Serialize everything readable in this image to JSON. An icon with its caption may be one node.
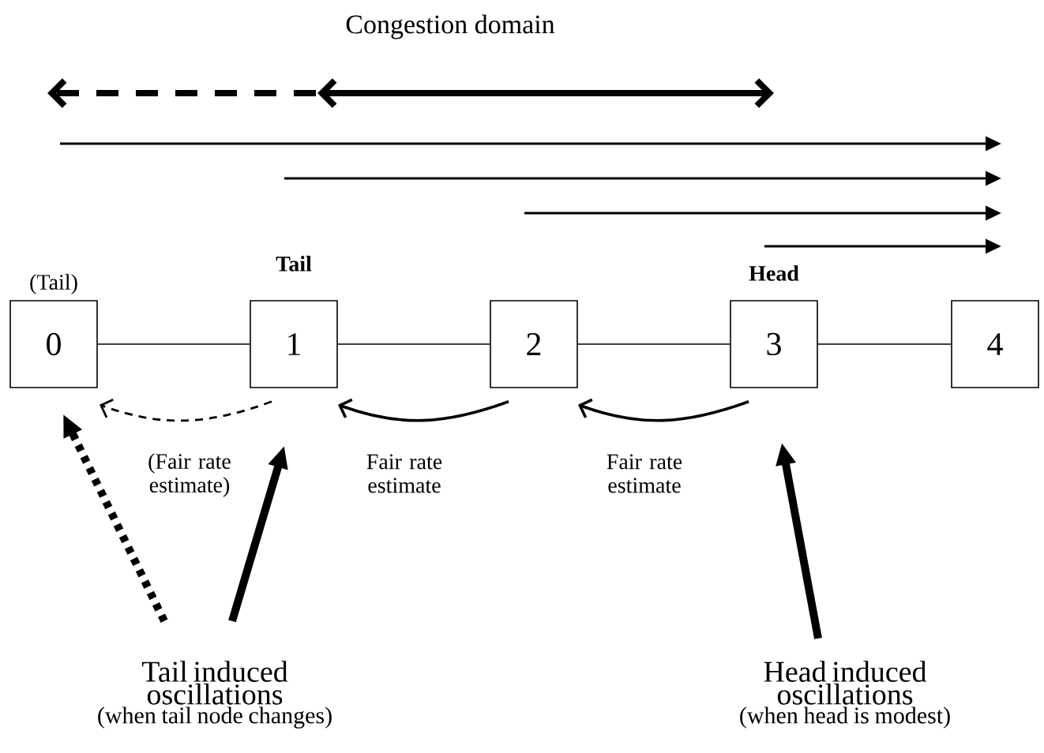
{
  "diagram": {
    "title": "Congestion domain",
    "nodes": [
      {
        "text": [
          "0"
        ],
        "beside": [
          "(Tail)"
        ]
      },
      {
        "text": [
          "1"
        ],
        "beside": [
          "Tail"
        ]
      },
      {
        "text": [
          "2"
        ]
      },
      {
        "text": [
          "3"
        ],
        "beside": [
          "Head"
        ]
      },
      {
        "text": [
          "4"
        ]
      },
      {
        "text": [
          "Tail induced oscillations",
          "(when tail node changes)"
        ]
      },
      {
        "text": [
          "Head induced oscillations",
          "(when head is modest)"
        ]
      }
    ],
    "edges": [
      {
        "from": 0,
        "to": 1,
        "arrow": "none"
      },
      {
        "from": 1,
        "to": 2,
        "arrow": "none"
      },
      {
        "from": 2,
        "to": 3,
        "arrow": "none"
      },
      {
        "from": 3,
        "to": 4,
        "arrow": "none"
      },
      {
        "from": 1,
        "to": 0,
        "arrow": "to",
        "style": "dashed",
        "label": "(Fair rate estimate)"
      },
      {
        "from": 2,
        "to": 1,
        "arrow": "to",
        "label": "Fair rate estimate"
      },
      {
        "from": 3,
        "to": 2,
        "arrow": "to",
        "label": "Fair rate estimate"
      },
      {
        "from": 5,
        "to": 0,
        "arrow": "to",
        "style": "dashed"
      },
      {
        "from": 5,
        "to": 1,
        "arrow": "to",
        "style": "thick"
      },
      {
        "from": 6,
        "to": 3,
        "arrow": "to",
        "style": "thick"
      }
    ]
  }
}
